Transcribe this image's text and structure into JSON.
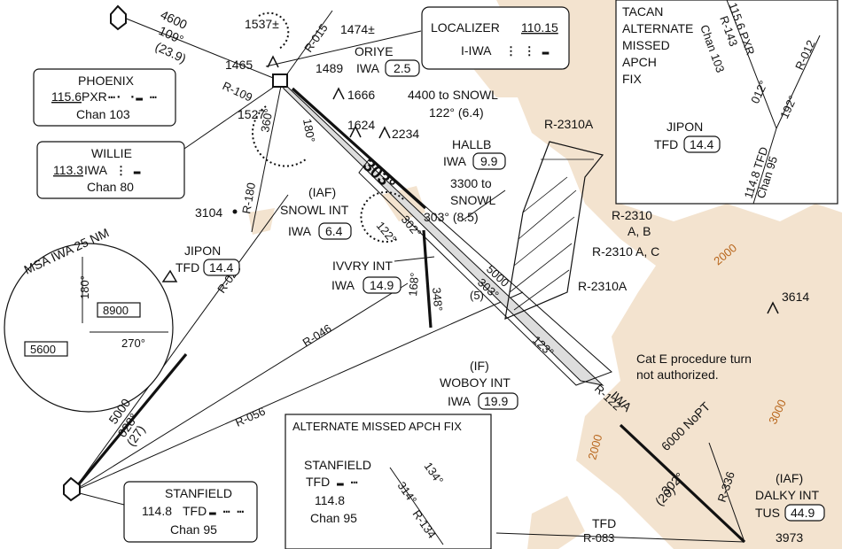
{
  "localizer": {
    "title": "LOCALIZER",
    "freq": "110.15",
    "ident": "I-IWA",
    "morse": "⋮ ⋮ ▬"
  },
  "tacan_alt": {
    "l1": "TACAN",
    "l2": "ALTERNATE",
    "l3": "MISSED",
    "l4": "APCH",
    "l5": "FIX",
    "pxr_radial": "115.6 PXR",
    "r143": "R-143",
    "chan": "Chan 103",
    "r012": "R-012",
    "c012": "012°",
    "c192": "192°",
    "jipon": "JIPON",
    "tfd": "TFD",
    "tfd_val": "14.4",
    "tfd148": "114.8 TFD",
    "chan95": "Chan 95"
  },
  "phoenix": {
    "name": "PHOENIX",
    "freq": "115.6",
    "id": "PXR",
    "morse": "⋯⋅ ⋅▬ ⋯",
    "chan": "Chan 103"
  },
  "willie": {
    "name": "WILLIE",
    "freq": "113.3",
    "id": "IWA",
    "morse": "⋮ ▬",
    "chan": "Chan 80"
  },
  "stanfield": {
    "name": "STANFIELD",
    "freq": "114.8",
    "id": "TFD",
    "morse": "▬ ⋯ ⋯",
    "chan": "Chan 95"
  },
  "altfix": {
    "title": "ALTERNATE MISSED APCH FIX",
    "name": "STANFIELD",
    "id": "TFD",
    "morse": "▬ ⋯",
    "freq": "114.8",
    "chan": "Chan 95",
    "c134": "134°",
    "c314": "314°",
    "r134": "R-134"
  },
  "msa": {
    "title": "MSA IWA 25 NM",
    "c180": "180°",
    "c270": "270°",
    "alt_n": "8900",
    "alt_s": "5600"
  },
  "fixes": {
    "oriye": "ORIYE",
    "oriye_id": "IWA",
    "oriye_dme": "2.5",
    "hallb": "HALLB",
    "hallb_id": "IWA",
    "hallb_dme": "9.9",
    "snowl_iaf": "(IAF)",
    "snowl": "SNOWL INT",
    "snowl_id": "IWA",
    "snowl_dme": "6.4",
    "ivvry": "IVVRY INT",
    "ivvry_id": "IWA",
    "ivvry_dme": "14.9",
    "woboy_if": "(IF)",
    "woboy": "WOBOY INT",
    "woboy_id": "IWA",
    "woboy_dme": "19.9",
    "dalky_iaf": "(IAF)",
    "dalky": "DALKY INT",
    "dalky_id": "TUS",
    "dalky_dme": "44.9",
    "jipon": "JIPON",
    "jipon_id": "TFD",
    "jipon_dme": "14.4"
  },
  "labels": {
    "a4600": "4600",
    "c109": "109°",
    "d239": "(23.9)",
    "r015": "R-015",
    "r109": "R-109",
    "r180": "R-180",
    "r028": "R-028",
    "r046": "R-046",
    "r056": "R-056",
    "r083": "R-083",
    "r122": "R-122",
    "r336": "R-336",
    "a1537": "1537±",
    "a1474": "1474±",
    "a1465": "1465",
    "a1489": "1489",
    "a1666": "1666",
    "a1527": "1527",
    "a1624": "1624",
    "a2234": "2234",
    "a3104": "3104",
    "a3614": "3614",
    "a3973": "3973",
    "s4400": "4400 to SNOWL",
    "s4400c": "122° (6.4)",
    "s3300a": "3300 to",
    "s3300b": "SNOWL",
    "s3300c": "303° (8.5)",
    "c303": "303°",
    "c302": "302°",
    "c122": "122°",
    "c360": "360°",
    "c180": "180°",
    "c168": "168°",
    "c348": "348°",
    "c123": "123°",
    "c5000": "5000",
    "c303b": "303°",
    "c5": "(5)",
    "a5000": "5000",
    "c028": "028°",
    "d27": "(27)",
    "a6000": "6000 NoPT",
    "c302b": "302°",
    "d20": "(20)",
    "r2310A": "R-2310A",
    "r2310": "R-2310",
    "r2310ab": "A, B",
    "r2310ac": "R-2310 A, C",
    "r2310A2": "R-2310A",
    "cat_e1": "Cat E procedure turn",
    "cat_e2": "not authorized.",
    "tfd_lbl": "TFD",
    "iwa_lbl": "IWA",
    "k2000a": "2000",
    "k2000b": "2000",
    "k3000": "3000"
  }
}
